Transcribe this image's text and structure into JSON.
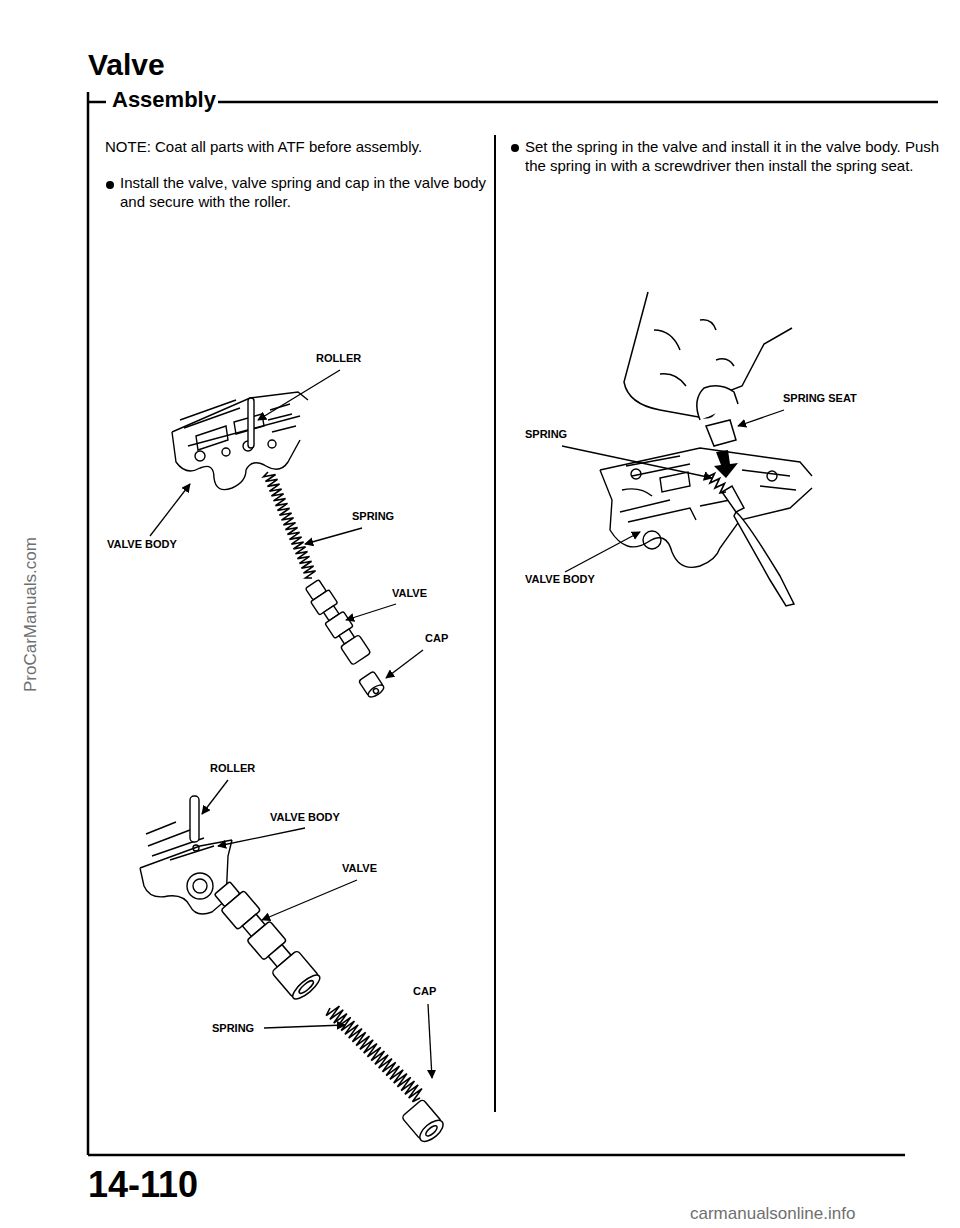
{
  "diagram": {
    "title": "Valve",
    "labels": [
      "Assembly",
      "NOTE: Coat all parts with ATF before assembly.",
      "Install the valve, valve spring and cap in the valve body and secure with the roller.",
      "ROLLER",
      "SPRING",
      "VALVE BODY",
      "VALVE",
      "CAP",
      "ROLLER",
      "VALVE BODY",
      "VALVE",
      "CAP",
      "SPRING",
      "Set the spring in the valve and install it in the valve body. Push the spring in with a screwdriver then install the spring seat.",
      "SPRING SEAT",
      "SPRING",
      "VALVE BODY",
      "14-110",
      "ProCarManuals.com",
      "carmanualsonline.info"
    ]
  }
}
